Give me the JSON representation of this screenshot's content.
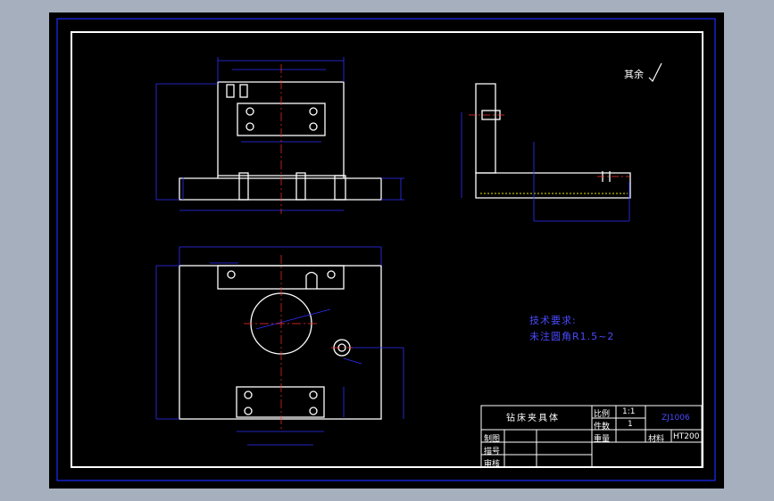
{
  "surface_mark": "其余",
  "tech_requirements": {
    "heading": "技术要求:",
    "line1": "未注圆角R1.5~2"
  },
  "title_block": {
    "part_name": "钻床夹具体",
    "scale_label": "比例",
    "scale_value": "1:1",
    "qty_label": "件数",
    "qty_value": "1",
    "weight_label": "重量",
    "material_label": "材料",
    "material_value": "HT200",
    "drawing_no": "ZJ1006",
    "drawn_label": "制图",
    "drafter_label": "描号",
    "checker_label": "审核"
  },
  "colors": {
    "background": "#000000",
    "frame": "#ffffff",
    "dimension": "#3030ff",
    "centerline": "#ff3030",
    "note_text": "#4a4aff",
    "border_blue": "#1d2cff",
    "hatch_yellow": "#e6e600"
  }
}
